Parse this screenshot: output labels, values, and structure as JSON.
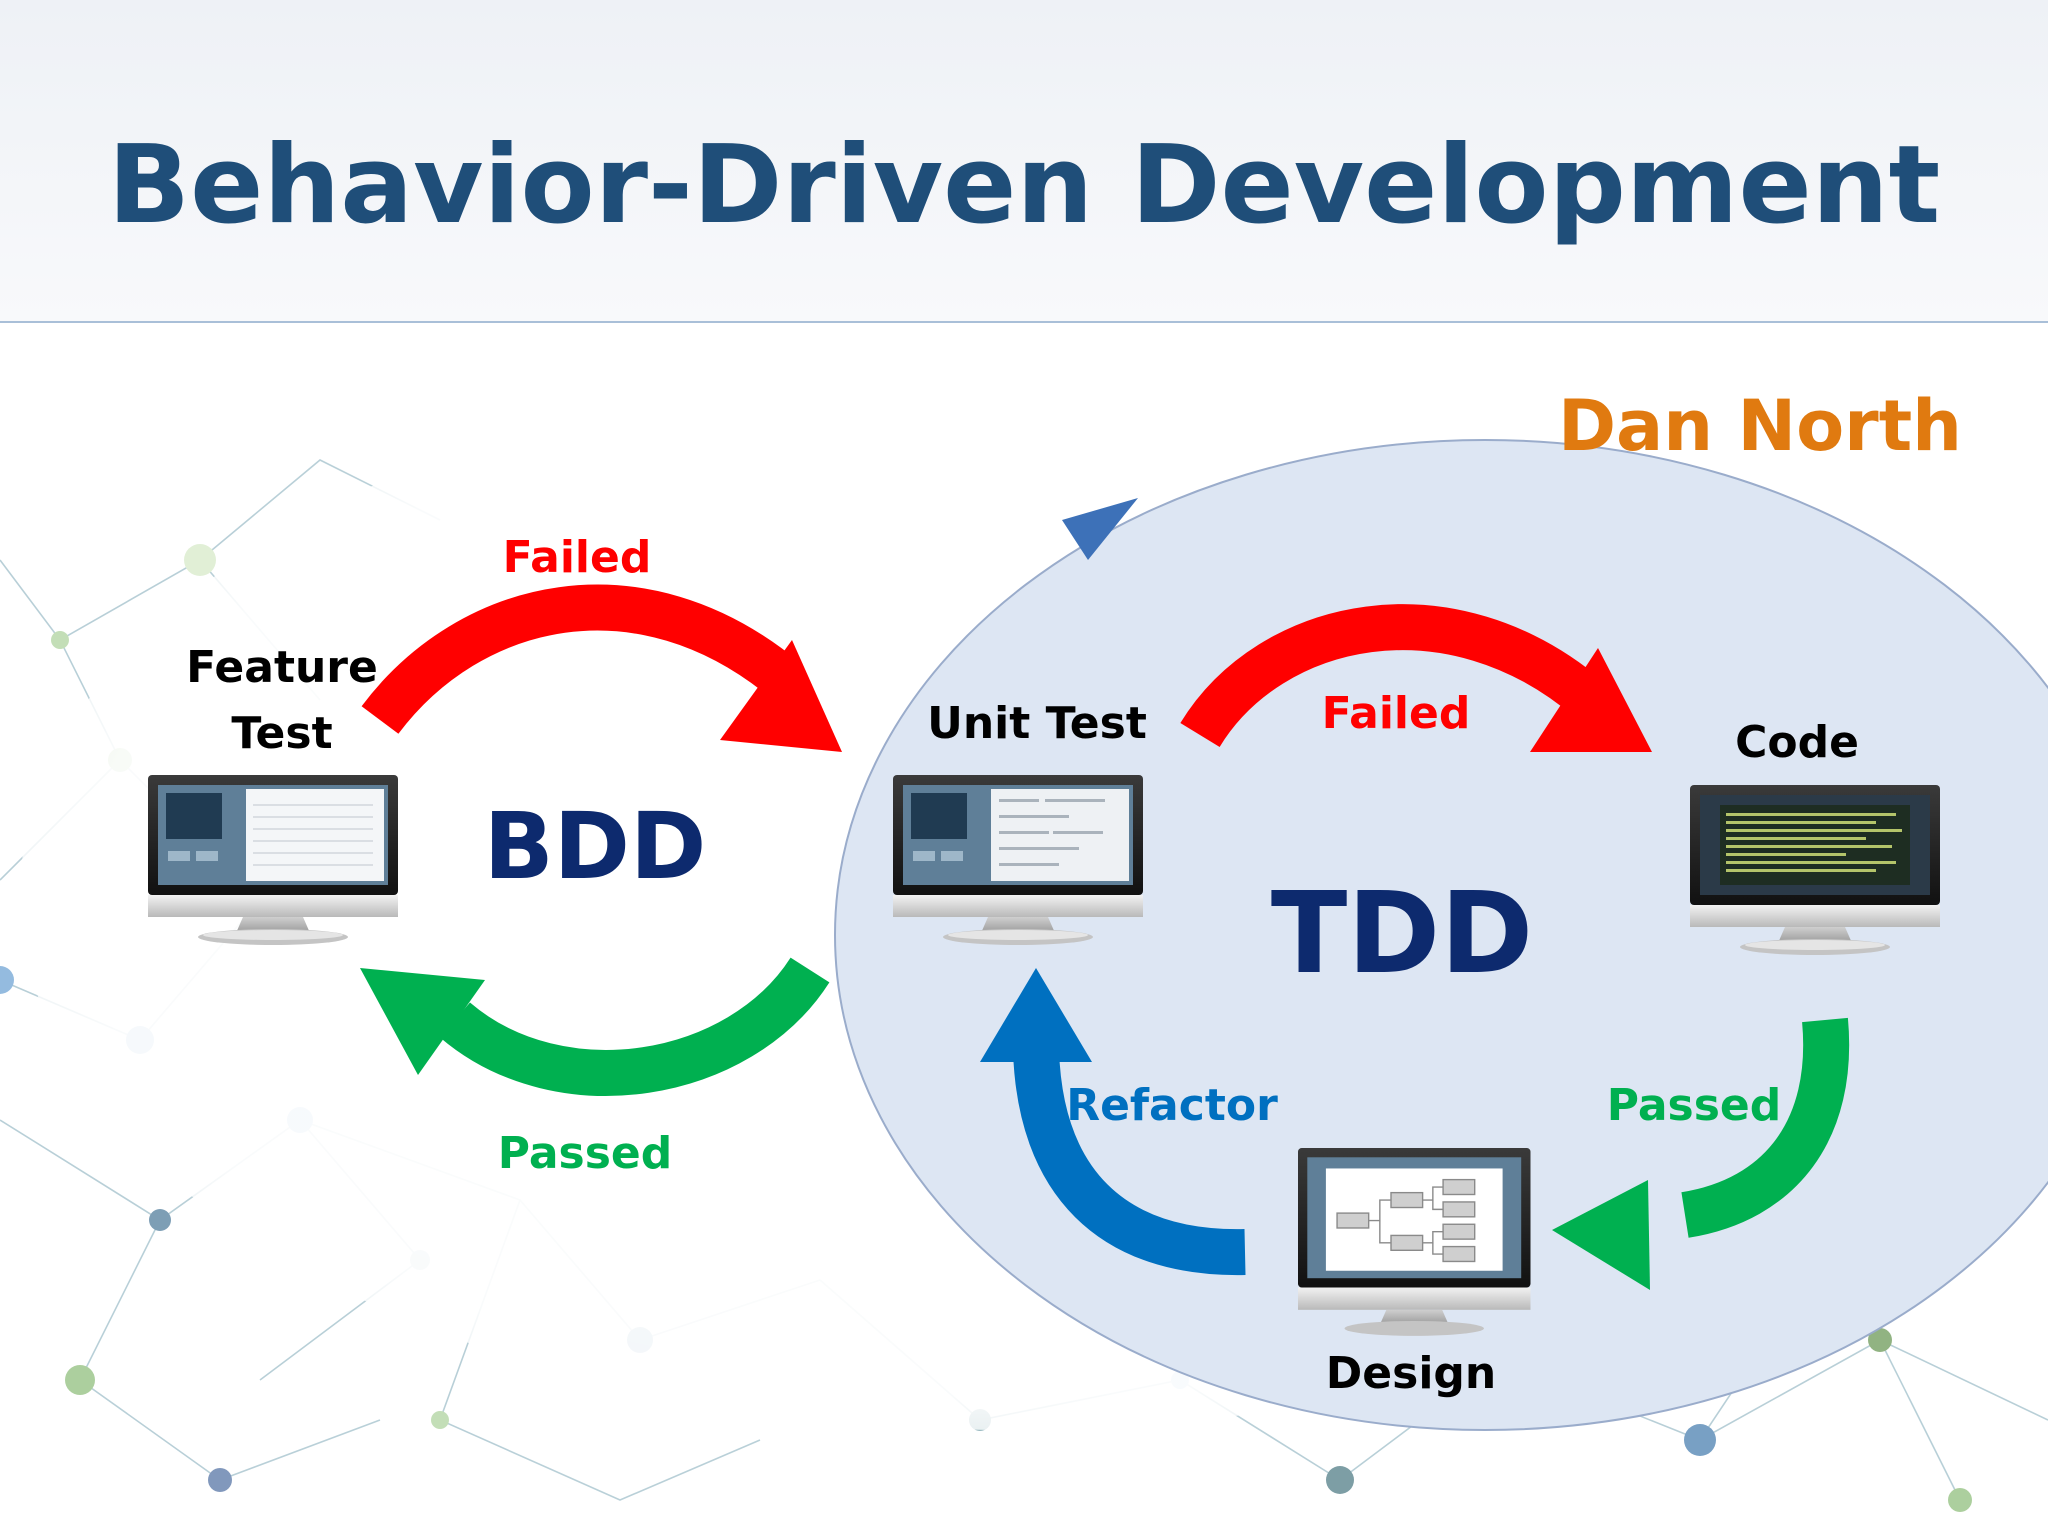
{
  "slide": {
    "title": "Behavior-Driven Development",
    "author": "Dan North"
  },
  "bdd": {
    "label": "BDD",
    "feature_test_line1": "Feature",
    "feature_test_line2": "Test",
    "failed_label": "Failed",
    "passed_label": "Passed"
  },
  "tdd": {
    "label": "TDD",
    "unit_test_label": "Unit Test",
    "code_label": "Code",
    "design_label": "Design",
    "failed_label": "Failed",
    "passed_label": "Passed",
    "refactor_label": "Refactor"
  },
  "colors": {
    "title": "#1f4e79",
    "author": "#e07a10",
    "failed": "#ff0000",
    "passed": "#00b050",
    "refactor": "#0070c0",
    "cycle_label": "#0d2a6e",
    "tdd_circle_fill": "#dde6f3"
  },
  "icons": [
    "computer-monitor-icon",
    "network-background"
  ]
}
